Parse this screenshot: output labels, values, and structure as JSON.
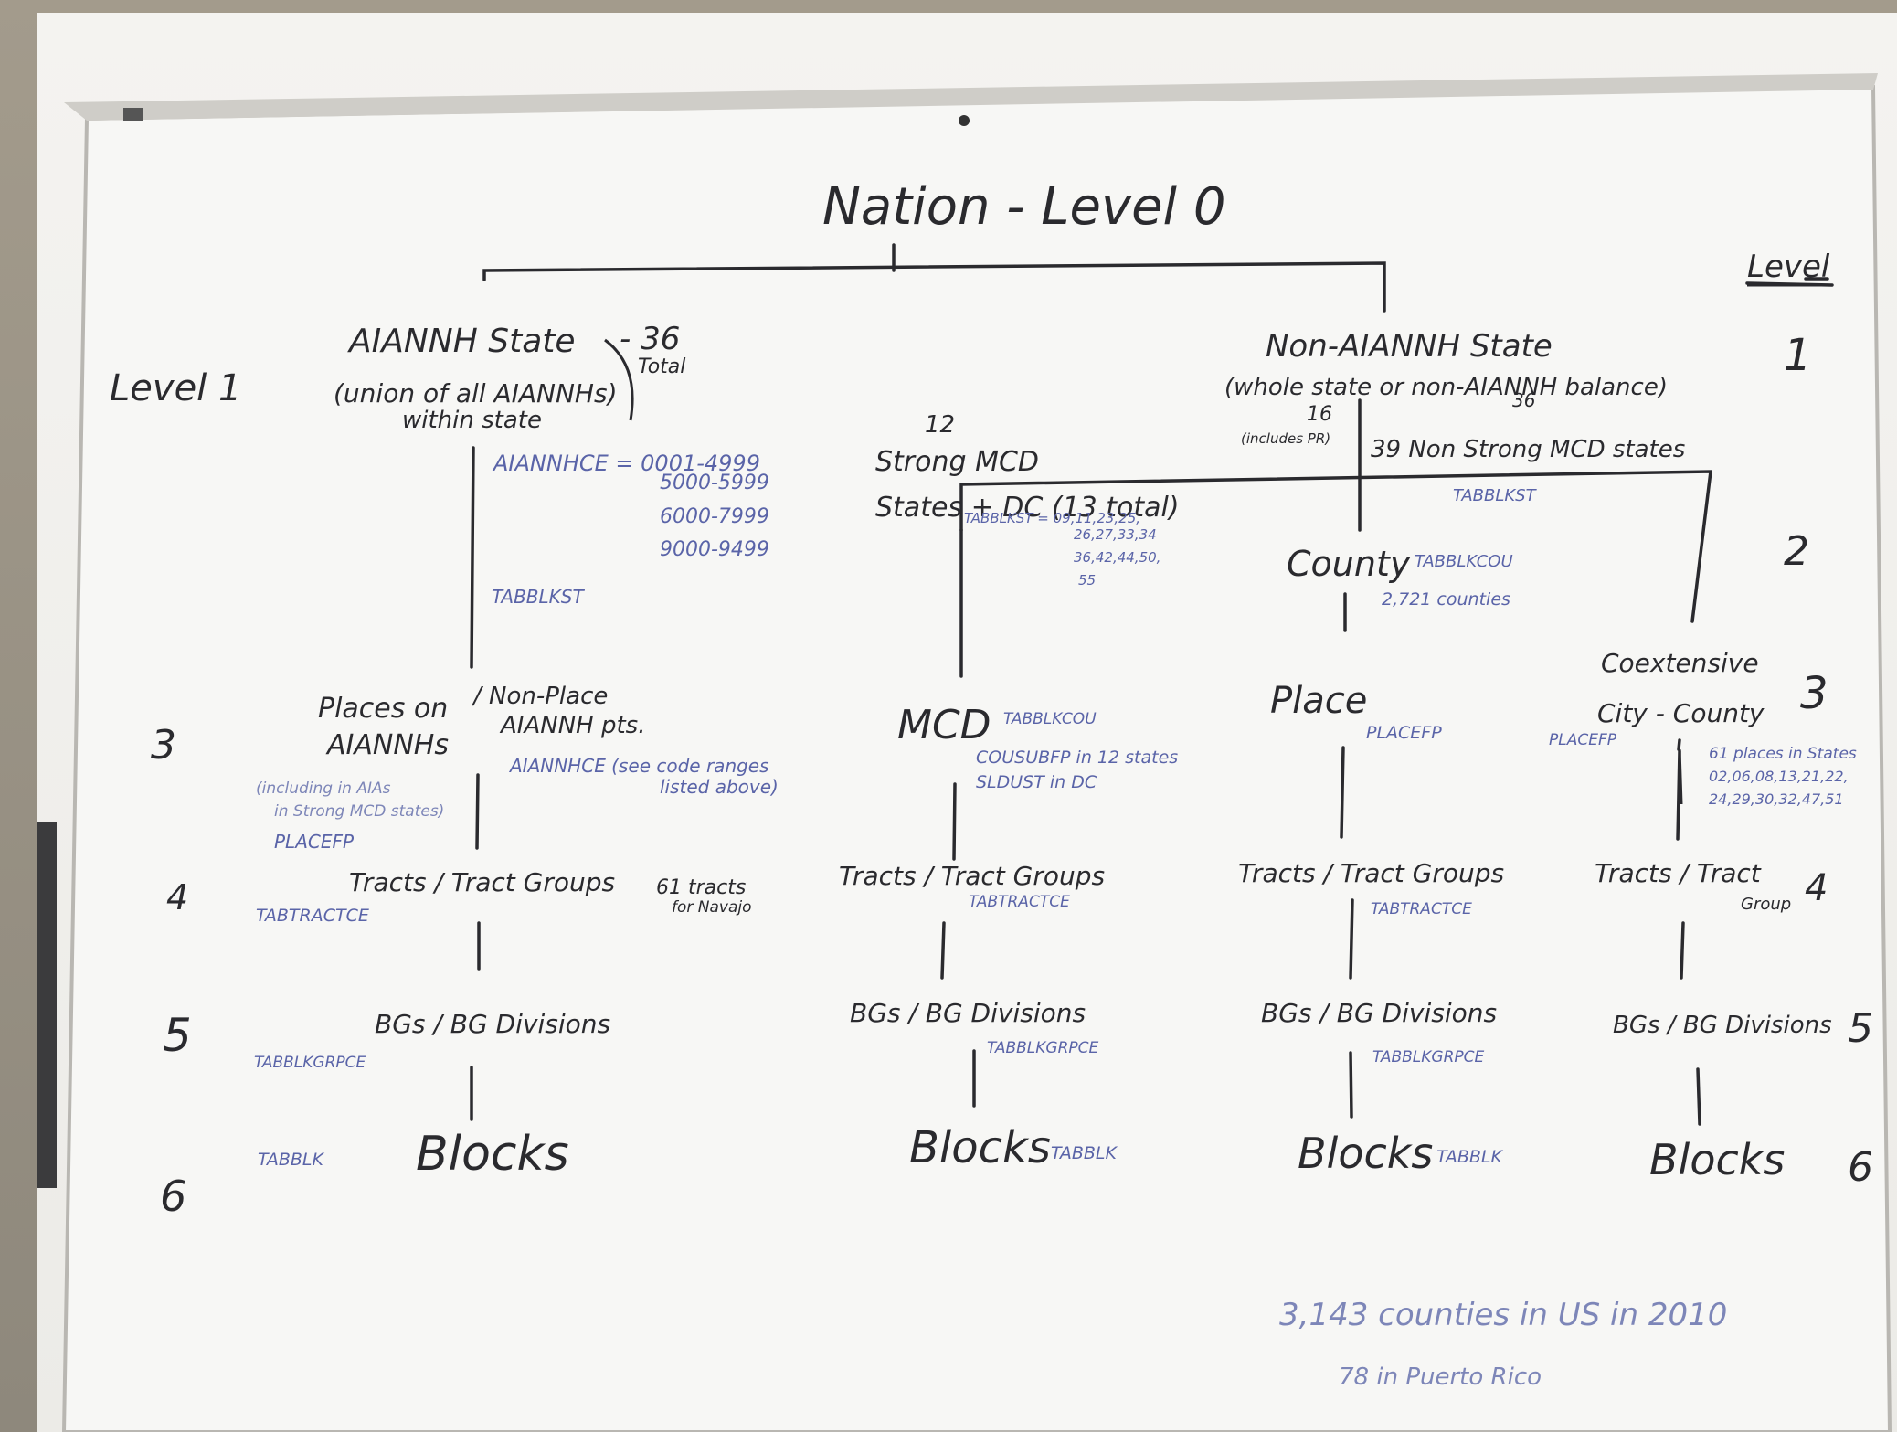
{
  "board": {
    "title": "Nation - Level 0",
    "level_header": "Level",
    "level_1_left": "Level 1",
    "side_numbers_left": [
      "3",
      "4",
      "5",
      "6"
    ],
    "side_numbers_right": [
      "1",
      "2",
      "3",
      "4",
      "5",
      "6"
    ]
  },
  "aiannh": {
    "heading": "AIANNH State",
    "count": "- 36",
    "count_note": "Total",
    "sub1": "(union of all AIANNHs)",
    "sub2": "within state",
    "code_label": "AIANNHCE = 0001-4999",
    "code_r2": "5000-5999",
    "code_r3": "6000-7999",
    "code_r4": "9000-9499",
    "tab_state": "TABBLKST",
    "places_1": "Places on",
    "places_2": "AIANNHs",
    "places_note_1": "(including in AIAs",
    "places_note_2": "in Strong MCD states)",
    "placefp": "PLACEFP",
    "nonplace_1": "/ Non-Place",
    "nonplace_2": "AIANNH pts.",
    "nonplace_code": "AIANNHCE (see code ranges",
    "nonplace_code2": "listed above)",
    "tracts": "Tracts / Tract Groups",
    "tracts_code": "TABTRACTCE",
    "tracts_note_1": "61 tracts",
    "tracts_note_2": "for Navajo",
    "bgs": "BGs / BG Divisions",
    "bgs_code": "TABBLKGRPCE",
    "blocks": "Blocks",
    "blocks_code": "TABBLK"
  },
  "strong_mcd": {
    "count": "12",
    "heading_1": "Strong MCD",
    "heading_2": "States + DC (13 total)",
    "state_codes_1": "TABBLKST = 09,11,23,25,",
    "state_codes_2": "26,27,33,34",
    "state_codes_3": "36,42,44,50,",
    "state_codes_4": "55",
    "mcd": "MCD",
    "mcd_code": "TABBLKCOU",
    "mcd_note_1": "COUSUBFP in 12 states",
    "mcd_note_2": "SLDUST in DC",
    "tracts": "Tracts / Tract Groups",
    "tracts_code": "TABTRACTCE",
    "bgs": "BGs / BG Divisions",
    "bgs_code": "TABBLKGRPCE",
    "blocks": "Blocks",
    "blocks_code": "TABBLK"
  },
  "non_aiannh": {
    "heading": "Non-AIANNH State",
    "sub": "(whole state or non-AIANNH balance)",
    "count_36": "36",
    "count_16": "16",
    "count_16_note": "(includes PR)",
    "non_strong": "39 Non Strong MCD states",
    "tab_state": "TABBLKST",
    "county": "County",
    "county_code": "TABBLKCOU",
    "county_count": "2,721 counties",
    "place": "Place",
    "place_code": "PLACEFP",
    "tracts": "Tracts / Tract Groups",
    "tracts_code": "TABTRACTCE",
    "bgs": "BGs / BG Divisions",
    "bgs_code": "TABBLKGRPCE",
    "blocks": "Blocks",
    "blocks_code": "TABBLK"
  },
  "coextensive": {
    "heading_1": "Coextensive",
    "heading_2": "City - County",
    "code": "PLACEFP",
    "note_1": "61 places in States",
    "note_2": "02,06,08,13,21,22,",
    "note_3": "24,29,30,32,47,51",
    "tracts_1": "Tracts / Tract",
    "tracts_2": "Group",
    "bgs": "BGs / BG Divisions",
    "blocks": "Blocks"
  },
  "footer": {
    "counties": "3,143 counties in US in 2010",
    "pr": "78 in Puerto Rico"
  }
}
